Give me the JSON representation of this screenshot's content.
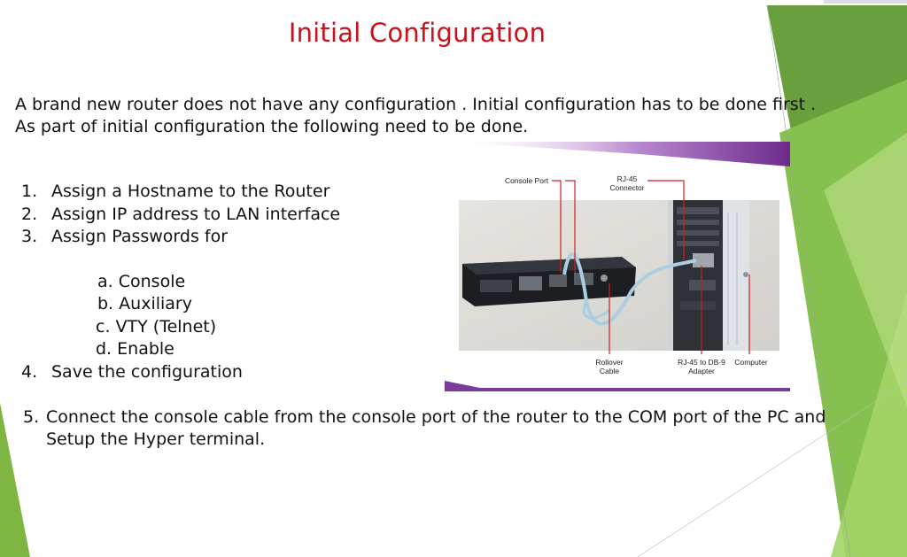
{
  "slide": {
    "title": "Initial Configuration",
    "intro": [
      "A brand new router does not have any configuration . Initial configuration has to be done first .",
      "As part of initial configuration the following need to be done."
    ],
    "steps": [
      {
        "num": "1.",
        "text": "Assign a Hostname to the Router"
      },
      {
        "num": "2.",
        "text": "Assign IP address to LAN interface"
      },
      {
        "num": "3.",
        "text": "Assign Passwords for"
      }
    ],
    "password_types": [
      {
        "label": "a.",
        "text": "Console"
      },
      {
        "label": "b.",
        "text": "Auxiliary"
      },
      {
        "label": "c.",
        "text": "VTY (Telnet)"
      },
      {
        "label": "d.",
        "text": "Enable"
      }
    ],
    "step4": {
      "num": "4.",
      "text": "Save the configuration"
    },
    "step5": {
      "num": "5.",
      "line1": "Connect the console cable from the console port of the router to the COM port of the PC and",
      "line2": "Setup the Hyper terminal."
    }
  },
  "figure": {
    "labels": {
      "console_port": "Console Port",
      "rj45_line1": "RJ-45",
      "rj45_line2": "Connector",
      "rollover_line1": "Rollover",
      "rollover_line2": "Cable",
      "adapter_line1": "RJ-45 to DB-9",
      "adapter_line2": "Adapter",
      "computer": "Computer"
    },
    "label_color": "#d21e1e"
  },
  "theme": {
    "title_color": "#c9121b",
    "accent_green": "#6aa43c",
    "accent_purple": "#6e2a8c"
  }
}
